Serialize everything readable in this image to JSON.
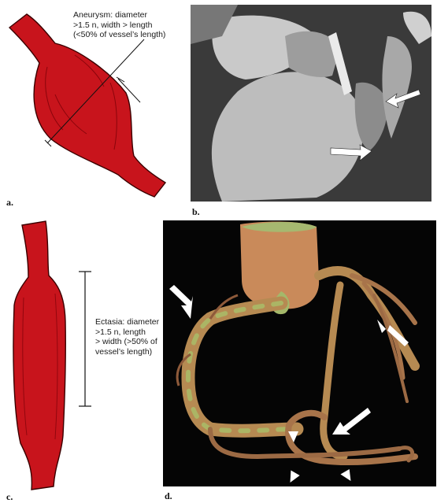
{
  "figure": {
    "panel_a": {
      "letter": "a.",
      "caption_lines": [
        "Aneurysm: diameter",
        ">1.5 n, width > length",
        "(<50% of vessel’s length)"
      ]
    },
    "panel_b": {
      "letter": "b."
    },
    "panel_c": {
      "letter": "c.",
      "caption_lines": [
        "Ectasia: diameter",
        ">1.5 n, length",
        "> width (>50% of",
        "vessel’s length)"
      ]
    },
    "panel_d": {
      "letter": "d."
    },
    "colors": {
      "vessel_red": "#c8141c",
      "vessel_outline": "#3a0000",
      "ct_background": "#2b2b2b",
      "render_background": "#050505",
      "artery_tan": "#c99a62",
      "artery_green": "#9bb060",
      "arrow_white": "#ffffff"
    }
  }
}
